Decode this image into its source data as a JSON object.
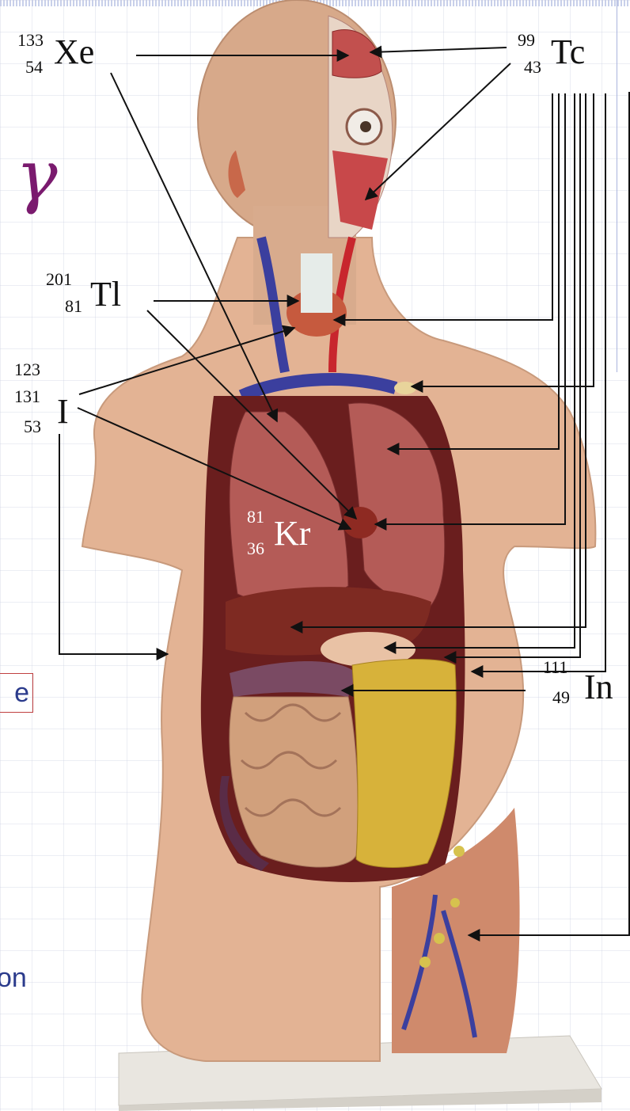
{
  "slide": {
    "symbol": "γ",
    "fragment_box_text": "e",
    "fragment_bottom_text": "on"
  },
  "isotopes": [
    {
      "id": "xe",
      "mass": "133",
      "atomic": "54",
      "element": "Xe"
    },
    {
      "id": "tc",
      "mass": "99",
      "atomic": "43",
      "element": "Tc"
    },
    {
      "id": "tl",
      "mass": "201",
      "atomic": "81",
      "element": "Tl"
    },
    {
      "id": "i",
      "mass_a": "123",
      "mass_b": "131",
      "atomic": "53",
      "element": "I"
    },
    {
      "id": "kr",
      "mass": "81",
      "atomic": "36",
      "element": "Kr"
    },
    {
      "id": "in",
      "mass": "111",
      "atomic": "49",
      "element": "In"
    }
  ],
  "colors": {
    "gamma": "#7a1a6e",
    "slide_text": "#2b3b8c",
    "skin": "#e3b394",
    "lung": "#b45b57",
    "liver": "#7e2a22",
    "intestine": "#d1a07c",
    "omentum": "#d7b23a",
    "vein": "#3b3f9e",
    "artery": "#c8262d"
  }
}
